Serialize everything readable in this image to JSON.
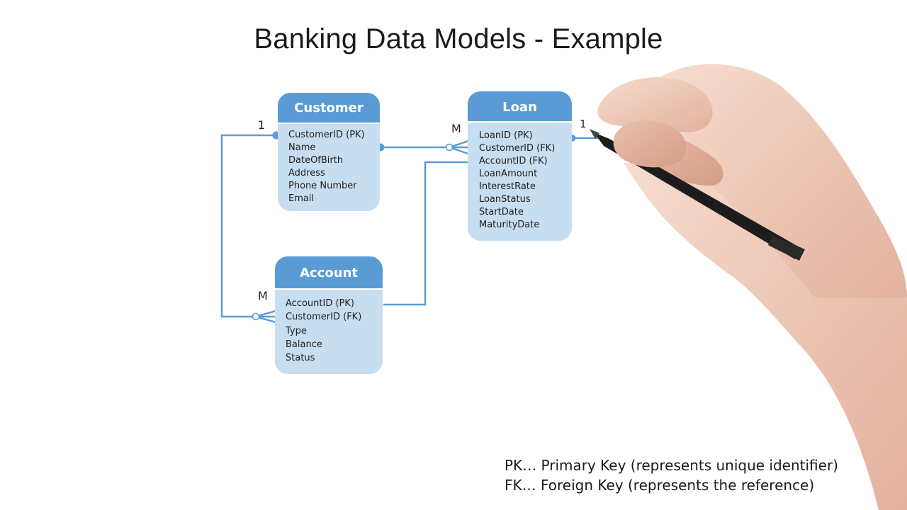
{
  "title": "Banking Data Models - Example",
  "entities": {
    "customer": {
      "name": "Customer",
      "attributes": [
        "CustomerID (PK)",
        "Name",
        "DateOfBirth",
        "Address",
        "Phone Number",
        "Email"
      ]
    },
    "loan": {
      "name": "Loan",
      "attributes": [
        "LoanID (PK)",
        "CustomerID (FK)",
        "AccountID (FK)",
        "LoanAmount",
        "InterestRate",
        "LoanStatus",
        "StartDate",
        "MaturityDate"
      ]
    },
    "account": {
      "name": "Account",
      "attributes": [
        "AccountID (PK)",
        "CustomerID (FK)",
        "Type",
        "Balance",
        "Status"
      ]
    }
  },
  "cardinality": {
    "customer_account_one": "1",
    "customer_account_many": "M",
    "customer_loan_many": "M",
    "loan_right_one": "1"
  },
  "legend": [
    "PK… Primary Key (represents unique identifier)",
    "FK… Foreign Key (represents the reference)"
  ],
  "colors": {
    "entity_header": "#5b9bd5",
    "entity_body": "#c7ddf0",
    "relationship_line": "#5b9bd5"
  }
}
